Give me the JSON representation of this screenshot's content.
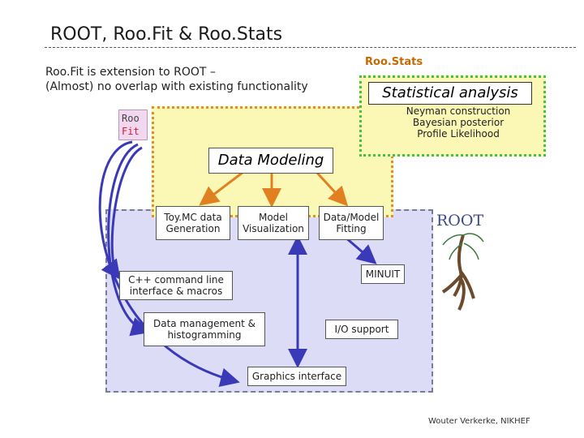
{
  "slide": {
    "title": "ROOT, Roo.Fit & Roo.Stats",
    "intro_line1": "Roo.Fit is extension to ROOT –",
    "intro_line2": "(Almost) no overlap with existing functionality",
    "footer": "Wouter Verkerke, NIKHEF"
  },
  "roostats": {
    "label": "Roo.Stats",
    "title": "Statistical analysis",
    "items": [
      "Neyman construction",
      "Bayesian posterior",
      "Profile Likelihood"
    ]
  },
  "roofit_icon": {
    "line1": "Roo",
    "line2": "Fit"
  },
  "data_modeling": {
    "label": "Data Modeling"
  },
  "modeling_boxes": {
    "toymc": [
      "Toy.MC data",
      "Generation"
    ],
    "visualization": [
      "Model",
      "Visualization"
    ],
    "fitting": [
      "Data/Model",
      "Fitting"
    ]
  },
  "root_boxes": {
    "minuit": "MINUIT",
    "cpp": [
      "C++ command line",
      "interface & macros"
    ],
    "data_mgmt": [
      "Data management &",
      "histogramming"
    ],
    "io": "I/O support",
    "graphics": "Graphics interface"
  },
  "root_logo": {
    "text": "ROOT"
  },
  "colors": {
    "root_area": "#dcdcf6",
    "modeling_area": "#fbf7b4",
    "modeling_border": "#e0902a",
    "stats_border": "#44c244",
    "arrow_orange": "#e08020",
    "arrow_blue": "#3a3ab8"
  }
}
